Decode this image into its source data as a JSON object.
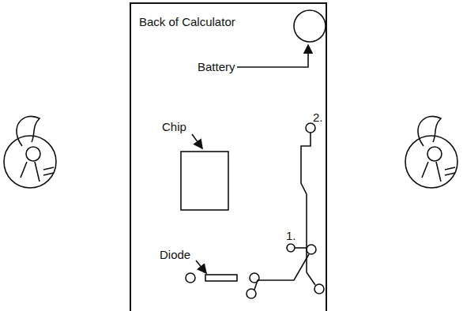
{
  "diagram": {
    "nodes": [
      {
        "text": [
          "Back of Calculator"
        ]
      }
    ],
    "labels": [
      "Battery",
      "Chip",
      "Diode",
      "1.",
      "2."
    ]
  }
}
